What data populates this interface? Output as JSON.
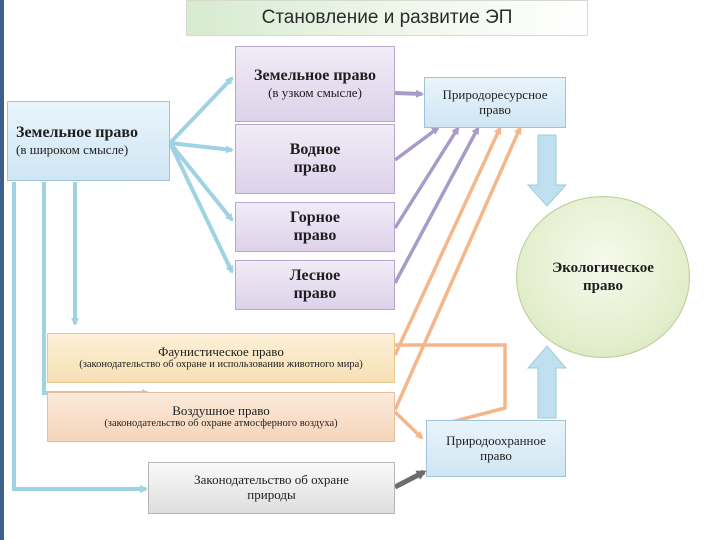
{
  "title": "Становление и развитие ЭП",
  "boxes": {
    "land_broad": {
      "title": "Земельное право",
      "subtitle": "(в широком смысле)"
    },
    "land_narrow": {
      "title": "Земельное право",
      "subtitle": "(в узком смысле)"
    },
    "water": {
      "title": "Водное право"
    },
    "mining": {
      "title": "Горное право"
    },
    "forest": {
      "title": "Лесное право"
    },
    "natres": {
      "title": "Природоресурсное право"
    },
    "fauna": {
      "title": "Фаунистическое право",
      "subtitle": "(законодательство об охране и использовании животного мира)"
    },
    "air": {
      "title": "Воздушное право",
      "subtitle": "(законодательство об охране атмосферного воздуха)"
    },
    "natprot_law": {
      "title": "Законодательство об охране природы"
    },
    "natprot": {
      "title": "Природоохранное право"
    },
    "ecolaw": {
      "title": "Экологическое право"
    }
  },
  "colors": {
    "blue_arrow": "#9fd2e2",
    "purple_arrow": "#a99bc9",
    "orange_arrow": "#f5b68a",
    "grey_arrow": "#6c6c6c",
    "block_arrow": "#bfe1ef"
  }
}
